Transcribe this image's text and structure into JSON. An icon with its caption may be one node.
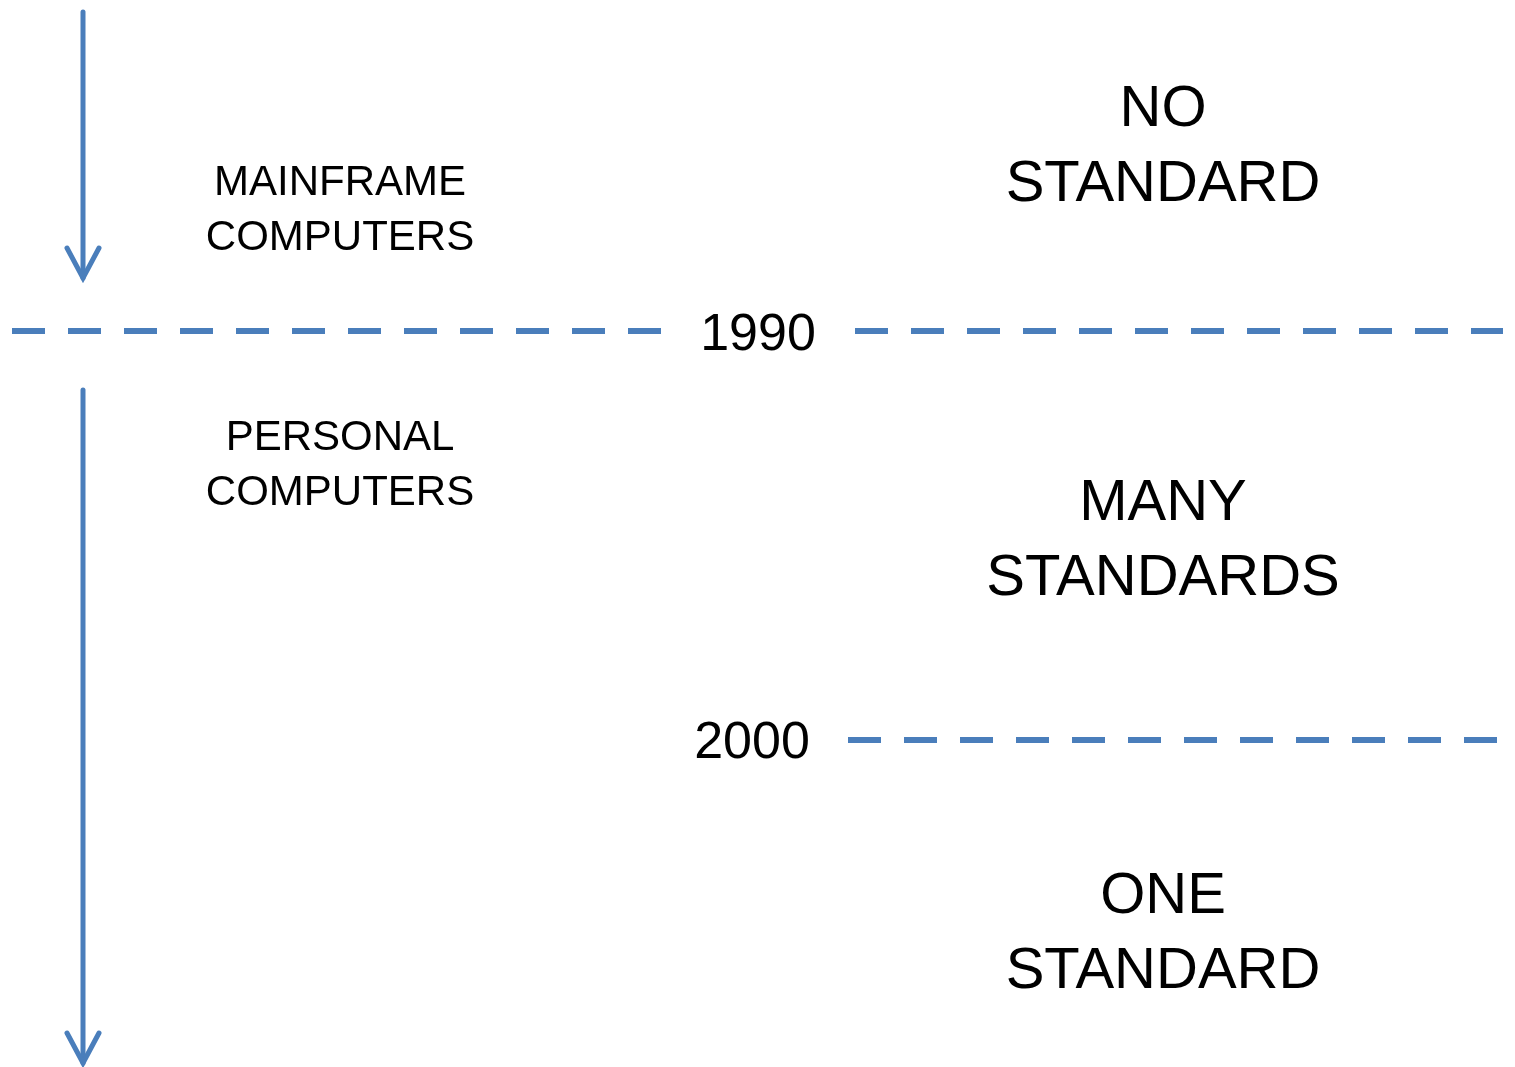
{
  "diagram": {
    "labels": [
      "NO STANDARD",
      "MAINFRAME COMPUTERS",
      "1990",
      "PERSONAL COMPUTERS",
      "MANY STANDARDS",
      "2000",
      "ONE STANDARD"
    ]
  }
}
